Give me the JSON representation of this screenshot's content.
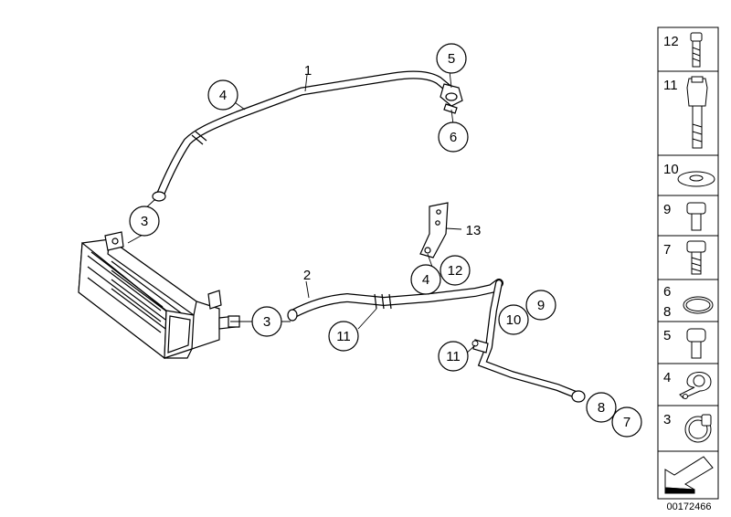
{
  "diagram": {
    "callouts": [
      {
        "id": "c1",
        "label": "1"
      },
      {
        "id": "c2",
        "label": "2"
      },
      {
        "id": "c3a",
        "label": "3"
      },
      {
        "id": "c3b",
        "label": "3"
      },
      {
        "id": "c4a",
        "label": "4"
      },
      {
        "id": "c4b",
        "label": "4"
      },
      {
        "id": "c5",
        "label": "5"
      },
      {
        "id": "c6",
        "label": "6"
      },
      {
        "id": "c7",
        "label": "7"
      },
      {
        "id": "c8",
        "label": "8"
      },
      {
        "id": "c9",
        "label": "9"
      },
      {
        "id": "c10",
        "label": "10"
      },
      {
        "id": "c11a",
        "label": "11"
      },
      {
        "id": "c11b",
        "label": "11"
      },
      {
        "id": "c12",
        "label": "12"
      },
      {
        "id": "c13",
        "label": "13"
      }
    ],
    "legend": [
      {
        "label": "12",
        "icon": "screw-icon"
      },
      {
        "label": "11",
        "icon": "standoff-bolt-icon"
      },
      {
        "label": "10",
        "icon": "washer-icon"
      },
      {
        "label": "9",
        "icon": "bolt-icon"
      },
      {
        "label": "7",
        "icon": "threaded-bolt-icon"
      },
      {
        "label": "6",
        "icon": "o-ring-icon"
      },
      {
        "label": "8",
        "icon": ""
      },
      {
        "label": "5",
        "icon": "socket-screw-icon"
      },
      {
        "label": "4",
        "icon": "p-clamp-icon"
      },
      {
        "label": "3",
        "icon": "hose-clamp-icon"
      },
      {
        "label": "",
        "icon": "arrow-icon"
      }
    ],
    "doc_number": "00172466"
  }
}
